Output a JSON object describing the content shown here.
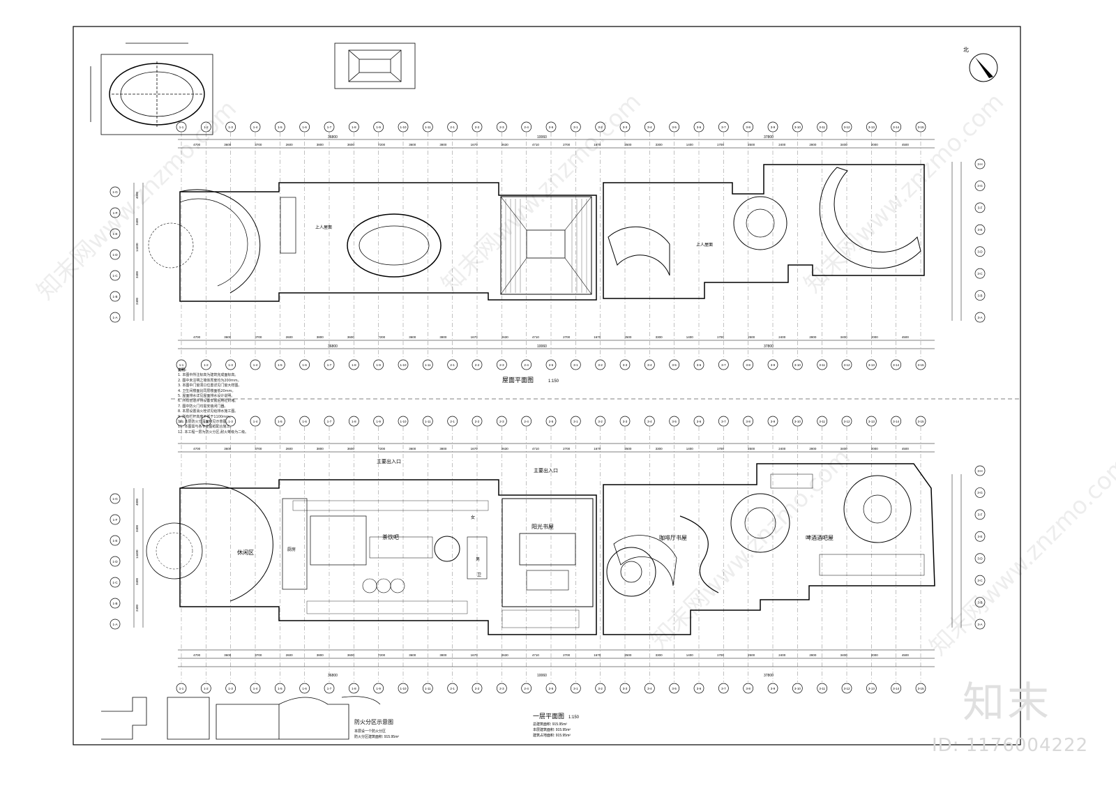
{
  "titles": {
    "roof_plan": "屋面平面图",
    "roof_scale": "1:150",
    "ground_plan": "一层平面图",
    "ground_scale": "1:150",
    "fire_zone": "防火分区示意图"
  },
  "axis_top": [
    "1-1",
    "1-2",
    "1-3",
    "1-4",
    "1-5",
    "1-6",
    "1-7",
    "1-8",
    "1-9",
    "1-10",
    "1-11",
    "2-1",
    "2-2",
    "2-3",
    "2-4",
    "2-5",
    "3-1",
    "3-2",
    "3-3",
    "3-4",
    "3-5",
    "3-6",
    "3-7",
    "3-8",
    "3-9",
    "3-10",
    "3-11",
    "3-12",
    "3-13",
    "3-14",
    "3-15"
  ],
  "axis_left": [
    "1-G",
    "1-F",
    "1-E",
    "1-D",
    "1-C",
    "1-B",
    "1-A"
  ],
  "axis_right": [
    "3-H",
    "3-G",
    "3-F",
    "3-E",
    "3-D",
    "3-C",
    "3-B",
    "3-A"
  ],
  "dims_top": [
    "4700",
    "3600",
    "3700",
    "2600",
    "3800",
    "3600",
    "7200",
    "3600",
    "3800",
    "1670",
    "2630",
    "4710",
    "2700",
    "1670",
    "2500",
    "3300",
    "1400",
    "1700",
    "2500",
    "2400",
    "2800",
    "3400",
    "2000",
    "4500"
  ],
  "dims_total": [
    "36800",
    "10060",
    "37800"
  ],
  "dims_left": [
    "4000",
    "3400",
    "14400",
    "3400",
    "2400"
  ],
  "room_labels": {
    "lounge": "休闲区",
    "tea_bar": "茶饮吧",
    "sun_room": "阳光书屋",
    "cafe": "咖啡厅书屋",
    "beer_bar": "啤酒酒吧屋",
    "main_entrance": "主要出入口",
    "main_entrance_2": "主要出入口",
    "roof_access_1": "上人屋面",
    "roof_access_2": "上人屋面",
    "female": "女",
    "male": "男",
    "kitchen": "厨房",
    "toilet": "卫"
  },
  "notes_title": "说明:",
  "notes": [
    "1. 本图中所注标高为建筑完成面标高。",
    "2. 图中未注明之墙体厚度均为200mm。",
    "3. 本图中门窗洞口位置详见门窗大样图。",
    "4. 卫生间楼面比同层楼面低20mm。",
    "5. 屋面排水详见屋面排水设计说明。",
    "6. 所有管道井待设备安装后用砼封堵。",
    "7. 图中防火门均需安装闭门器。",
    "8. 本层设置消火栓详见给排水施工图。",
    "9. 所有栏杆高度不低于1100mm。",
    "10. 本层防火分区面积见示意图。",
    "11. 本图需与各专业图纸配合施工。",
    "12. 本工程一层为防火分区,耐火等级为二级。"
  ],
  "fire_zone_notes": [
    "本层设一个防火分区",
    "防火分区建筑面积: 915.95m²"
  ],
  "area_notes": [
    "总建筑面积: 915.95m²",
    "本层建筑面积: 915.95m²",
    "建筑占地面积: 915.95m²"
  ],
  "brand": "知末",
  "id_text": "ID: 1176004222",
  "watermark": "知末网www.znzmo.com",
  "north_label": "北"
}
